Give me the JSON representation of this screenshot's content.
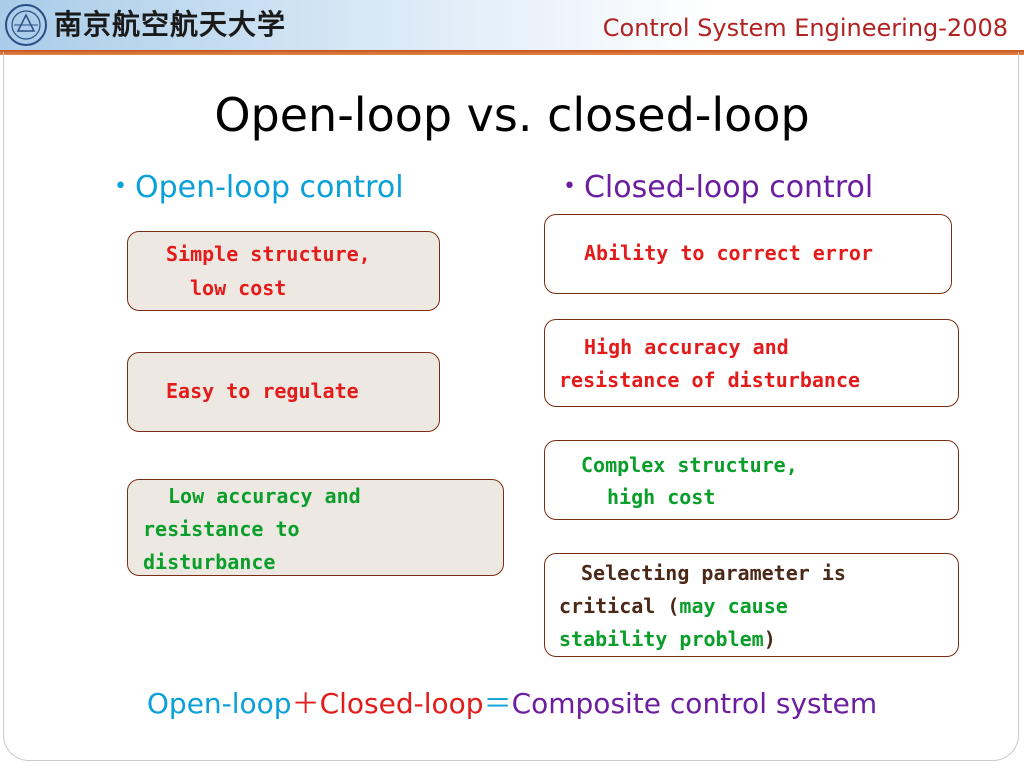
{
  "header": {
    "university_name": "南京航空航天大学",
    "course_title": "Control System Engineering-2008"
  },
  "slide": {
    "title": "Open-loop vs. closed-loop",
    "open_loop": {
      "bullet": "•",
      "heading": "Open-loop control",
      "boxes": [
        {
          "lines": [
            "Simple structure,",
            "low cost"
          ]
        },
        {
          "lines": [
            "Easy to regulate"
          ]
        },
        {
          "lines": [
            "Low accuracy and",
            "resistance to",
            "disturbance"
          ]
        }
      ]
    },
    "closed_loop": {
      "bullet": "•",
      "heading": "Closed-loop control",
      "boxes": [
        {
          "lines": [
            "Ability to correct error"
          ]
        },
        {
          "lines": [
            "High accuracy and",
            "resistance of disturbance"
          ]
        },
        {
          "lines": [
            "Complex structure,",
            "high cost"
          ]
        },
        {
          "lines_parts": [
            "Selecting parameter is",
            "critical  (",
            "may cause",
            "stability problem",
            ")"
          ]
        }
      ]
    },
    "equation": {
      "open": "Open-loop",
      "plus": "＋",
      "closed": "Closed-loop",
      "equals": "＝",
      "composite": "Composite control system"
    }
  },
  "colors": {
    "open_loop": "#0aa0d8",
    "closed_loop": "#6b1fa0",
    "highlight_red": "#e31b1b",
    "highlight_green": "#0a9e2a",
    "header_rule": "#c8541c"
  }
}
